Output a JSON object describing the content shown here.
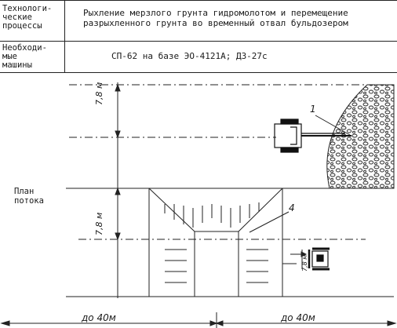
{
  "table": {
    "row1": {
      "label": "Технологи-\nческие\nпроцессы",
      "value": "Рыхление мерзлого грунта гидромолотом и перемещение\nразрыхленного грунта во временный отвал бульдозером"
    },
    "row2": {
      "label": "Необходи-\nмые\nмашины",
      "value": "СП-62 на базе ЭО-4121А; ДЗ-27с"
    }
  },
  "drawing": {
    "side_label": "План\nпотока",
    "dim_upper": "7,8 м",
    "dim_lower": "7,8 м",
    "dim_small": "7,8 м",
    "callout_1": "1",
    "callout_4": "4",
    "bottom_left": "до 40м",
    "bottom_right": "до 40м"
  }
}
